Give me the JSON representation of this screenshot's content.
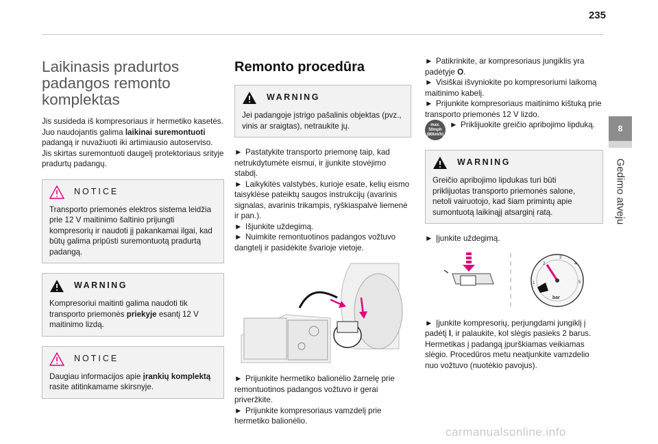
{
  "page": {
    "number": "235",
    "chapter_number": "8",
    "chapter_title": "Gedimo atveju"
  },
  "col1": {
    "title": "Laikinasis pradurtos padangos remonto komplektas",
    "intro_a": "Jis susideda iš kompresoriaus ir hermetiko kasetės. Juo naudojantis galima ",
    "intro_bold": "laikinai suremontuoti",
    "intro_b": " padangą ir nuvažiuoti iki artimiausio autoserviso.",
    "intro2": "Jis skirtas suremontuoti daugelį protektoriaus srityje pradurtų padangų.",
    "notice1": {
      "title": "NOTICE",
      "text": "Transporto priemonės elektros sistema leidžia prie 12 V maitinimo šaltinio prijungti kompresorių ir naudoti jį pakankamai ilgai, kad būtų galima pripūsti suremontuotą pradurtą padangą."
    },
    "warning1": {
      "title": "WARNING",
      "text_a": "Kompresoriui maitinti galima naudoti tik transporto priemonės ",
      "text_bold": "priekyje",
      "text_b": " esantį 12 V maitinimo lizdą."
    },
    "notice2": {
      "title": "NOTICE",
      "text_a": "Daugiau informacijos apie ",
      "text_bold": "įrankių komplektą",
      "text_b": " rasite atitinkamame skirsnyje."
    }
  },
  "col2": {
    "title": "Remonto procedūra",
    "warning": {
      "title": "WARNING",
      "text": "Jei padangoje įstrigo pašalinis objektas (pvz., vinis ar sraigtas), netraukite jų."
    },
    "steps": [
      "Pastatykite transporto priemonę taip, kad netrukdytumėte eismui, ir įjunkite stovėjimo stabdį.",
      "Laikykitės valstybės, kurioje esate, kelių eismo taisyklėse pateiktų saugos instrukcijų (avarinis signalas, avarinis trikampis, ryškiaspalvė liemenė ir pan.).",
      "Išjunkite uždegimą.",
      "Nuimkite remontuotinos padangos vožtuvo dangtelį ir pasidėkite švarioje vietoje."
    ],
    "steps2": [
      "Prijunkite hermetiko balionėlio žarnelę prie remontuotinos padangos vožtuvo ir gerai priveržkite.",
      "Prijunkite kompresoriaus vamzdelį prie hermetiko balionėlio."
    ]
  },
  "col3": {
    "step1_a": "Patikrinkite, ar kompresoriaus jungiklis yra padėtyje ",
    "step1_bold": "O",
    "step1_b": ".",
    "steps": [
      "Visiškai išvyniokite po kompresoriumi laikomą maitinimo kabelį.",
      "Prijunkite kompresoriaus maitinimo kištuką prie transporto priemonės 12 V lizdo."
    ],
    "badge_line1": "max.",
    "badge_line2": "50mph",
    "badge_line3": "(80km/h)",
    "badge_step": "Priklijuokite greičio apribojimo lipduką.",
    "warning": {
      "title": "WARNING",
      "text": "Greičio apribojimo lipdukas turi būti priklijuotas transporto priemonės salone, netoli vairuotojo, kad šiam primintų apie sumontuotą laikinąjį atsarginį ratą."
    },
    "step_ignition": "Įjunkite uždegimą.",
    "gauge_unit": "bar",
    "gauge_ticks": [
      "1",
      "2",
      "3",
      "4",
      "5"
    ],
    "final_a": "Įjunkite kompresorių, perjungdami jungiklį į padėtį ",
    "final_bold": "I",
    "final_b": ", ir palaukite, kol slėgis pasieks 2 barus. Hermetikas į padangą įpurškiamas veikiamas slėgio. Procedūros metu neatjunkite vamzdelio nuo vožtuvo (nuotėkio pavojus)."
  },
  "symbols": {
    "arrow": "►"
  },
  "colors": {
    "accent": "#e1007a",
    "notice_triangle": "#e1007a",
    "box_bg": "#f2f2f2"
  },
  "watermark": "carmanualsonline.info"
}
